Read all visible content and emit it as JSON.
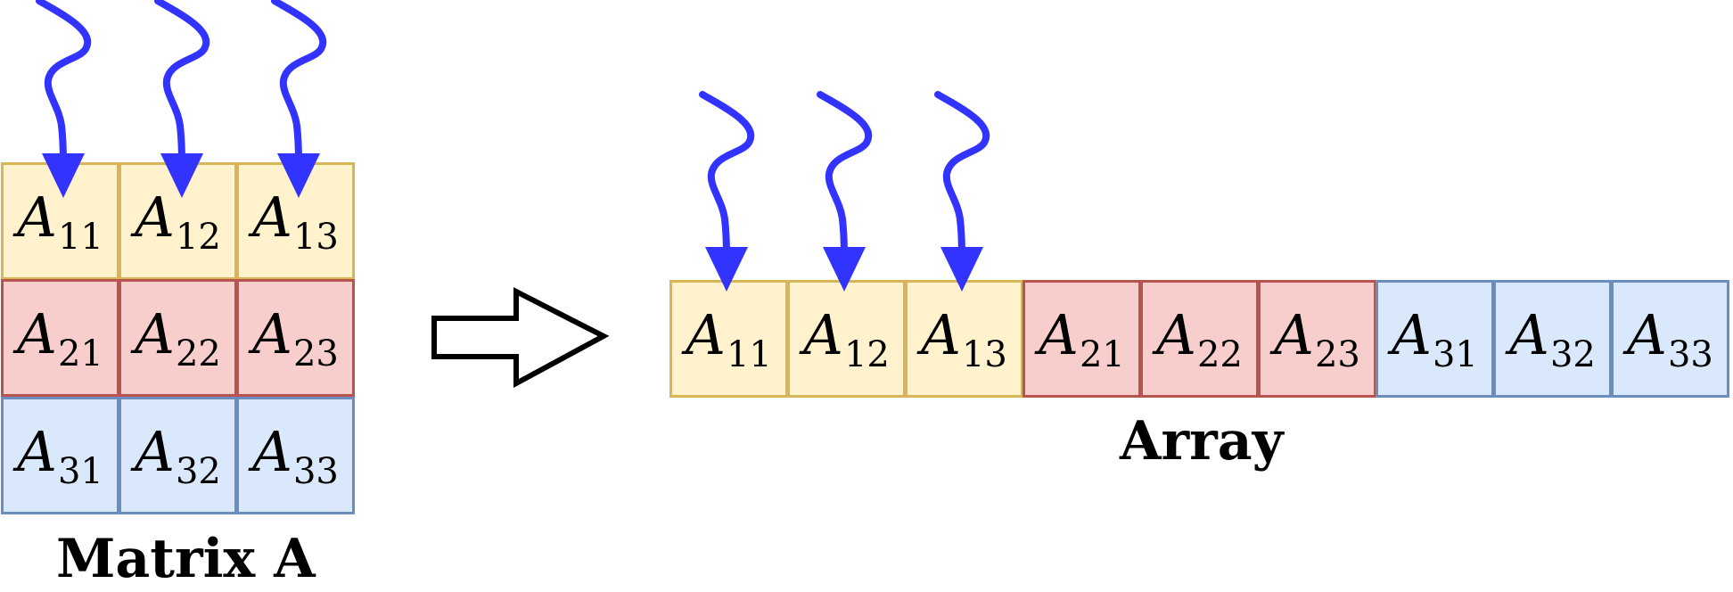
{
  "colors": {
    "row1_fill": "#fff2cc",
    "row1_border": "#d6b656",
    "row2_fill": "#f8cecc",
    "row2_border": "#b85450",
    "row3_fill": "#dae8fc",
    "row3_border": "#6c8ebf",
    "pointer_arrow": "#3333ff",
    "transform_arrow": "#000000"
  },
  "matrix": {
    "caption": "Matrix A",
    "rows": [
      [
        {
          "var": "A",
          "sub": "11"
        },
        {
          "var": "A",
          "sub": "12"
        },
        {
          "var": "A",
          "sub": "13"
        }
      ],
      [
        {
          "var": "A",
          "sub": "21"
        },
        {
          "var": "A",
          "sub": "22"
        },
        {
          "var": "A",
          "sub": "23"
        }
      ],
      [
        {
          "var": "A",
          "sub": "31"
        },
        {
          "var": "A",
          "sub": "32"
        },
        {
          "var": "A",
          "sub": "33"
        }
      ]
    ]
  },
  "array": {
    "caption": "Array",
    "cells": [
      {
        "var": "A",
        "sub": "11"
      },
      {
        "var": "A",
        "sub": "12"
      },
      {
        "var": "A",
        "sub": "13"
      },
      {
        "var": "A",
        "sub": "21"
      },
      {
        "var": "A",
        "sub": "22"
      },
      {
        "var": "A",
        "sub": "23"
      },
      {
        "var": "A",
        "sub": "31"
      },
      {
        "var": "A",
        "sub": "32"
      },
      {
        "var": "A",
        "sub": "33"
      }
    ]
  }
}
